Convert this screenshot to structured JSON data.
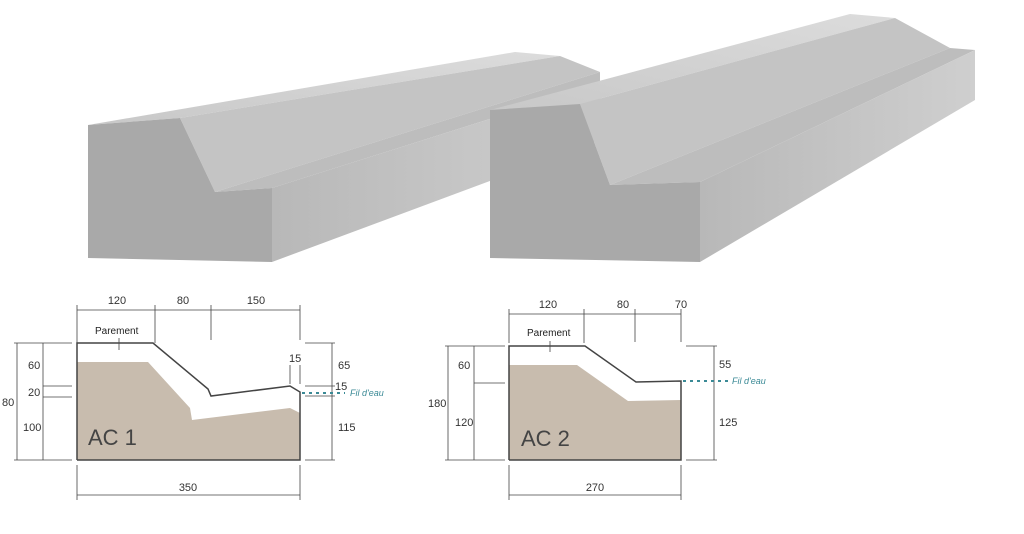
{
  "colors": {
    "concrete_light": "#cfcfcf",
    "concrete_mid": "#b3b3b3",
    "concrete_dark": "#9d9d9d",
    "section_fill": "#c8bcae",
    "water_line": "#3b8a96"
  },
  "profiles": [
    {
      "name": "AC 1",
      "parement_label": "Parement",
      "water_label": "Fil d'eau",
      "top_dims": [
        "120",
        "80",
        "150"
      ],
      "bottom_dim": "350",
      "left_dims": [
        "60",
        "20",
        "100"
      ],
      "left_total": "80",
      "right_dims": [
        "65",
        "15",
        "115"
      ],
      "lip_dim": "15"
    },
    {
      "name": "AC 2",
      "parement_label": "Parement",
      "water_label": "Fil d'eau",
      "top_dims": [
        "120",
        "80",
        "70"
      ],
      "bottom_dim": "270",
      "left_dims": [
        "60",
        "120"
      ],
      "left_total": "180",
      "right_dims": [
        "55",
        "125"
      ]
    }
  ]
}
